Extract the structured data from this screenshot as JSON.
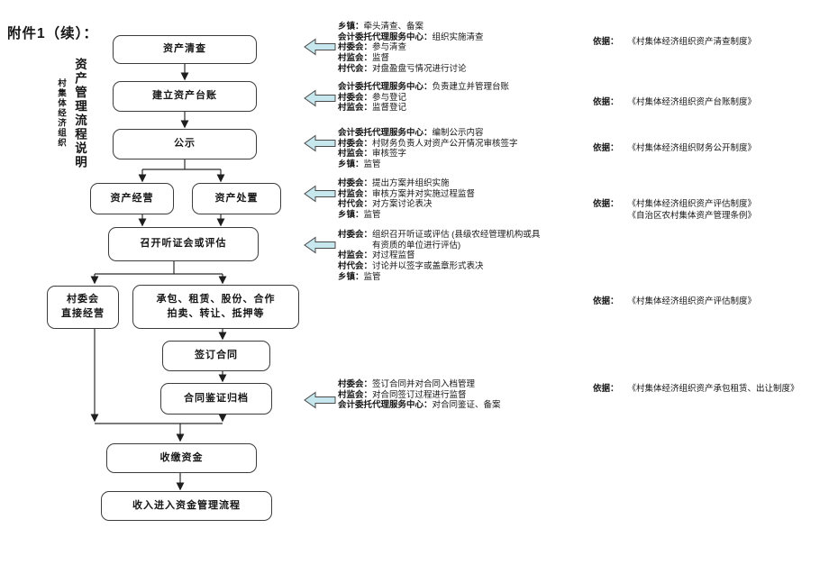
{
  "page": {
    "title": "附件1（续）："
  },
  "side": {
    "vertical_title": "资产管理流程说明",
    "vertical_subtitle": "村集体经济组织"
  },
  "colors": {
    "block_arrow_fill": "#c7e7ee",
    "block_arrow_stroke": "#4a4a4a",
    "line_color": "#222222",
    "box_border": "#3c3c3c"
  },
  "flowchart": {
    "nodes": [
      {
        "label": "资产清查"
      },
      {
        "label": "建立资产台账"
      },
      {
        "label": "公示"
      },
      {
        "label": "资产经营"
      },
      {
        "label": "资产处置"
      },
      {
        "label": "召开听证会或评估"
      },
      {
        "label": "村委会\n直接经营"
      },
      {
        "label": "承包、租赁、股份、合作\n拍卖、转让、抵押等"
      },
      {
        "label": "签订合同"
      },
      {
        "label": "合同鉴证归档"
      },
      {
        "label": "收缴资金"
      },
      {
        "label": "收入进入资金管理流程"
      }
    ]
  },
  "annotations": [
    {
      "rows": [
        {
          "role": "乡镇：",
          "text": "牵头清查、备案"
        },
        {
          "role": "会计委托代理服务中心：",
          "text": "组织实施清查"
        },
        {
          "role": "村委会：",
          "text": "参与清查"
        },
        {
          "role": "村监会：",
          "text": "监督"
        },
        {
          "role": "村代会：",
          "text": "对盘盈盘亏情况进行讨论"
        }
      ]
    },
    {
      "rows": [
        {
          "role": "会计委托代理服务中心：",
          "text": "负责建立并管理台账"
        },
        {
          "role": "村委会：",
          "text": "参与登记"
        },
        {
          "role": "村监会：",
          "text": "监督登记"
        }
      ]
    },
    {
      "rows": [
        {
          "role": "会计委托代理服务中心：",
          "text": "编制公示内容"
        },
        {
          "role": "村委会：",
          "text": "村财务负责人对资产公开情况审核签字"
        },
        {
          "role": "村监会：",
          "text": "审核签字"
        },
        {
          "role": "乡镇：",
          "text": "监管"
        }
      ]
    },
    {
      "rows": [
        {
          "role": "村委会：",
          "text": "提出方案并组织实施"
        },
        {
          "role": "村监会：",
          "text": "审核方案并对实施过程监督"
        },
        {
          "role": "村代会：",
          "text": "对方案讨论表决"
        },
        {
          "role": "乡镇：",
          "text": "监管"
        }
      ]
    },
    {
      "rows": [
        {
          "role": "村委会：",
          "text": "组织召开听证或评估 (县级农经管理机构或具\n有资质的单位进行评估)"
        },
        {
          "role": "村监会：",
          "text": "对过程监督"
        },
        {
          "role": "村代会：",
          "text": "讨论并以签字或盖章形式表决"
        },
        {
          "role": "乡镇：",
          "text": "监管"
        }
      ]
    },
    {
      "rows": [
        {
          "role": "村委会：",
          "text": "签订合同并对合同入档管理"
        },
        {
          "role": "村监会：",
          "text": "对合同签订过程进行监督"
        },
        {
          "role": "会计委托代理服务中心：",
          "text": "对合同鉴证、备案"
        }
      ]
    }
  ],
  "references": [
    {
      "label": "依据：",
      "text": "《村集体经济组织资产清查制度》"
    },
    {
      "label": "依据：",
      "text": "《村集体经济组织资产台账制度》"
    },
    {
      "label": "依据：",
      "text": "《村集体经济组织财务公开制度》"
    },
    {
      "label": "依据：",
      "text": "《村集体经济组织资产评估制度》\n《自治区农村集体资产管理条例》"
    },
    {
      "label": "依据：",
      "text": "《村集体经济组织资产评估制度》"
    },
    {
      "label": "依据：",
      "text": "《村集体经济组织资产承包租赁、出让制度》"
    }
  ]
}
